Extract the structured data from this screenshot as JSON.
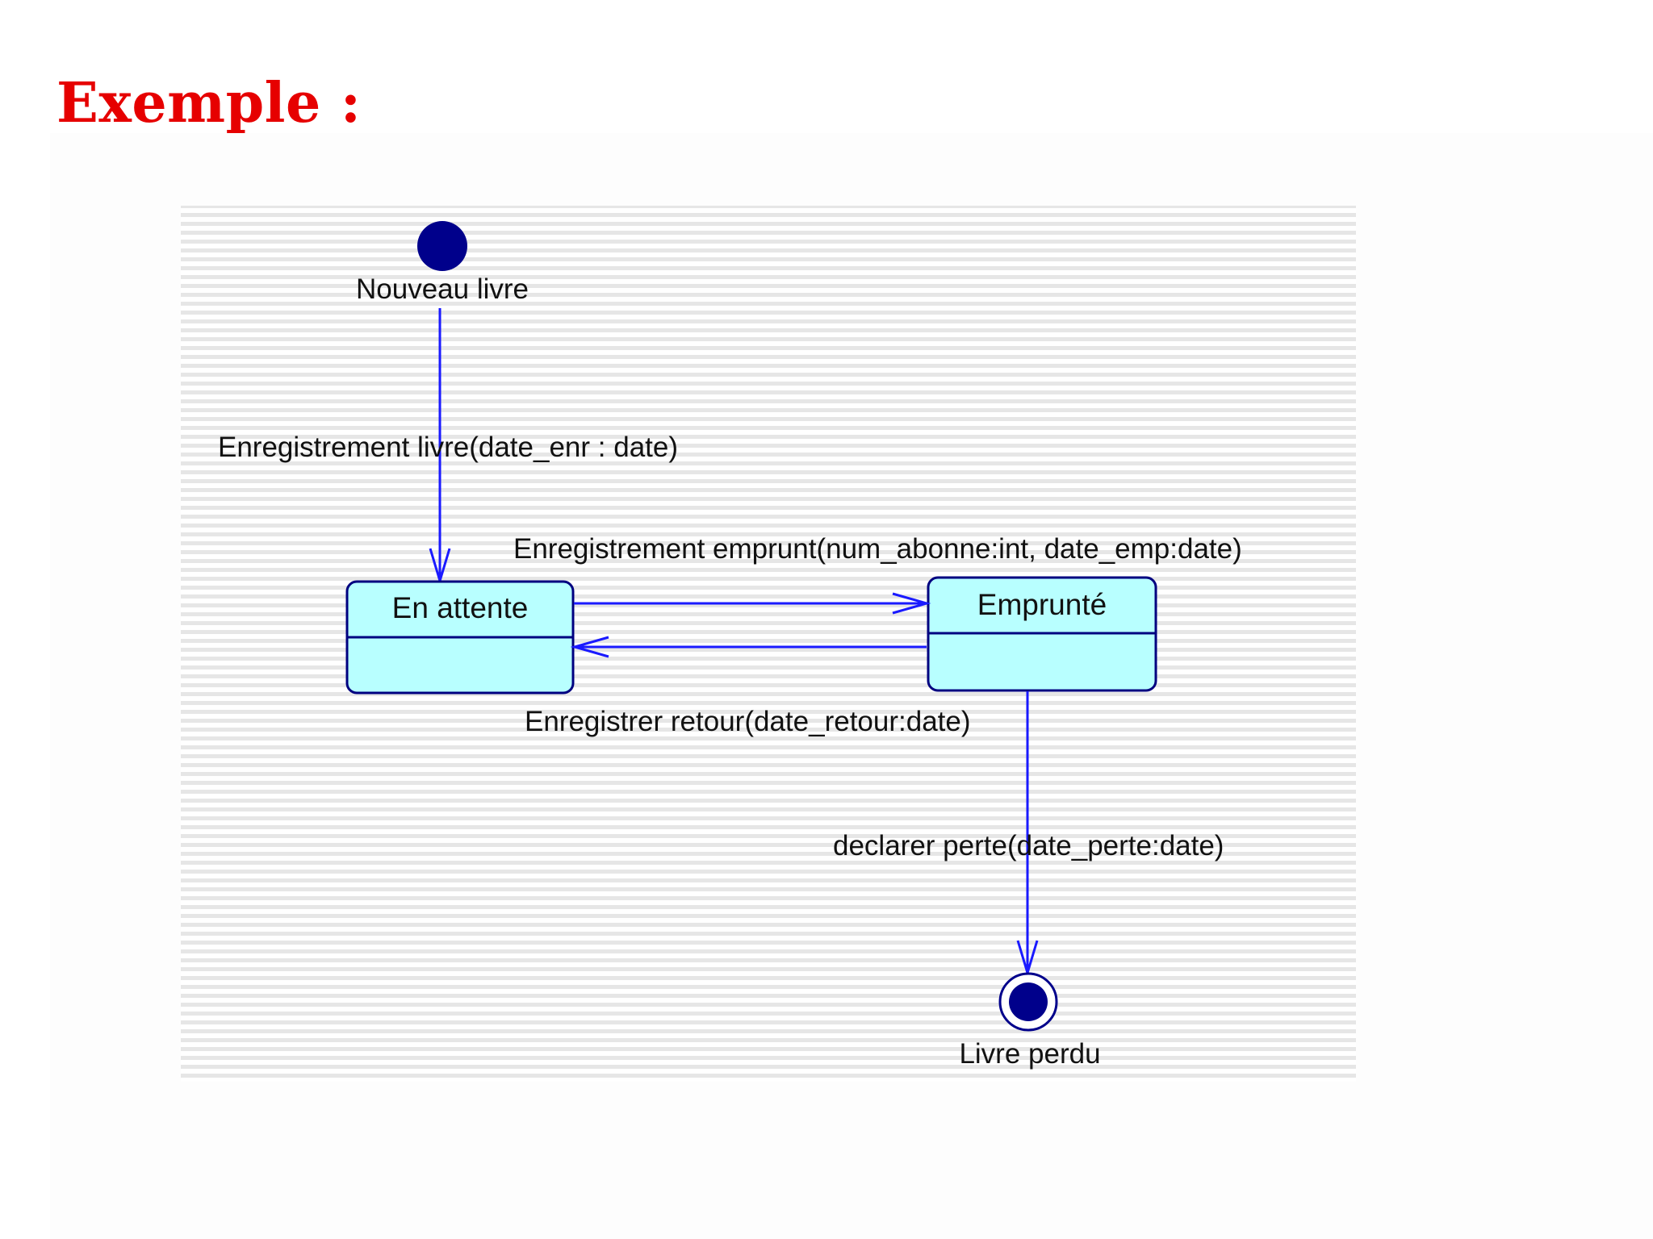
{
  "heading": {
    "title": "Exemple  :"
  },
  "diagram": {
    "initial_state": {
      "label": "Nouveau livre"
    },
    "states": [
      {
        "name": "En attente"
      },
      {
        "name": "Emprunté"
      }
    ],
    "final_state": {
      "label": "Livre perdu"
    },
    "transitions": [
      {
        "label": "Enregistrement livre(date_enr : date)"
      },
      {
        "label": "Enregistrement emprunt(num_abonne:int, date_emp:date)"
      },
      {
        "label": "Enregistrer retour(date_retour:date)"
      },
      {
        "label": "declarer perte(date_perte:date)"
      }
    ],
    "colors": {
      "state_fill": "#b8ffff",
      "state_border": "#000080",
      "transition_line": "#1a1aff",
      "node_fill": "#00008b",
      "title_color": "#e60000"
    }
  }
}
